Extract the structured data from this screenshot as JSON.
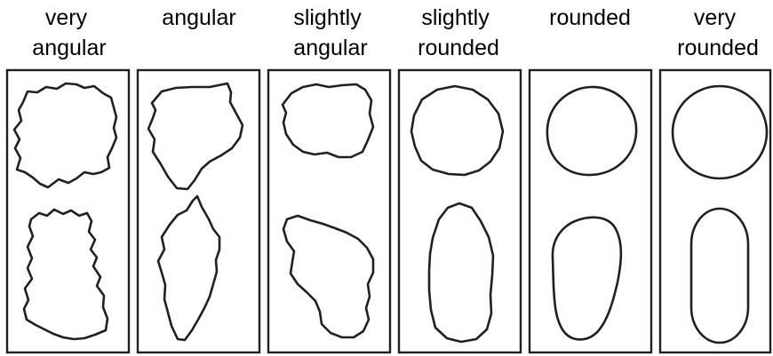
{
  "columns": [
    {
      "id": "very-angular",
      "label_lines": [
        "very",
        "angular"
      ]
    },
    {
      "id": "angular",
      "label_lines": [
        "angular"
      ]
    },
    {
      "id": "slightly-angular",
      "label_lines": [
        "slightly",
        "angular"
      ]
    },
    {
      "id": "slightly-rounded",
      "label_lines": [
        "slightly",
        "rounded"
      ]
    },
    {
      "id": "rounded",
      "label_lines": [
        "rounded"
      ]
    },
    {
      "id": "very-rounded",
      "label_lines": [
        "very",
        "rounded"
      ]
    }
  ],
  "colors": {
    "ink": "#231f20",
    "background": "#ffffff"
  }
}
